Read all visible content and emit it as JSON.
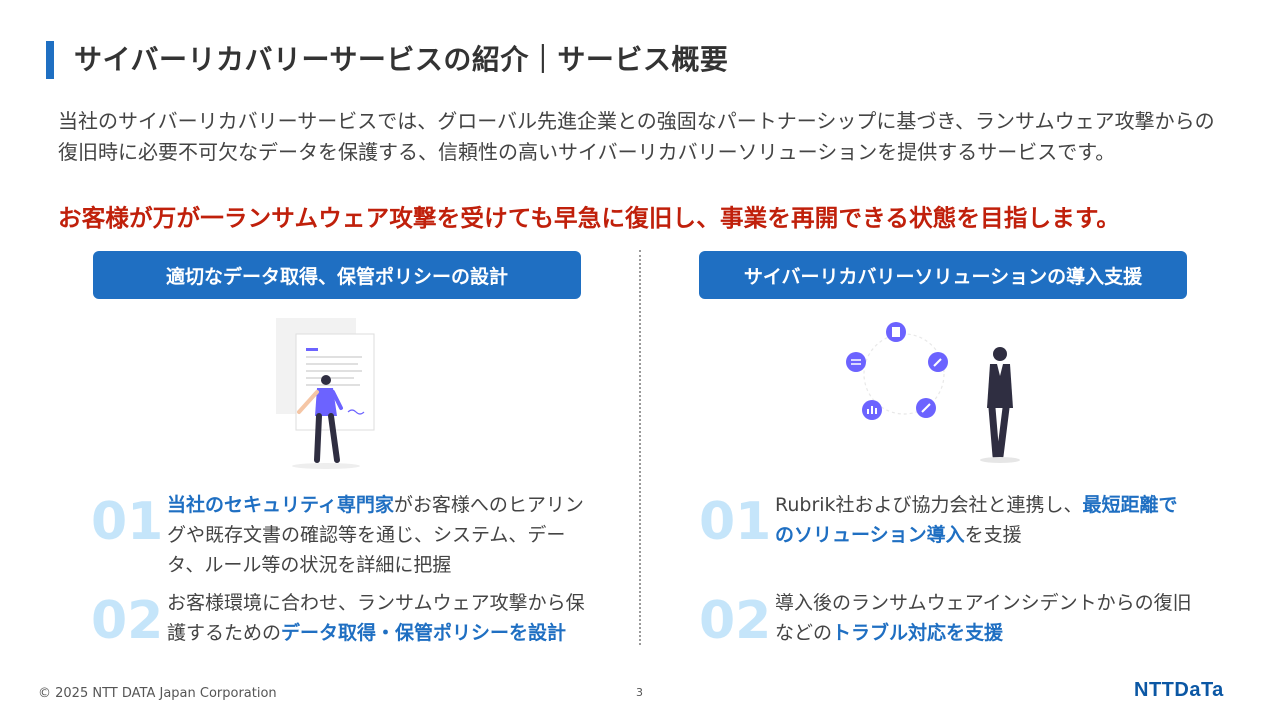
{
  "header": {
    "title": "サイバーリカバリーサービスの紹介｜サービス概要",
    "accent_color": "#1f6fc2"
  },
  "intro": {
    "text": "当社のサイバーリカバリーサービスでは、グローバル先進企業との強固なパートナーシップに基づき、ランサムウェア攻撃からの復旧時に必要不可欠なデータを保護する、信頼性の高いサイバーリカバリーソリューションを提供するサービスです。",
    "highlight": "お客様が万が一ランサムウェア攻撃を受けても早急に復旧し、事業を再開できる状態を目指します。",
    "highlight_color": "#c0200b"
  },
  "left": {
    "heading": "適切なデータ取得、保管ポリシーの設計",
    "illustration_icon": "person-document-illustration",
    "items": [
      {
        "number": "01",
        "em": "当社のセキュリティ専門家",
        "text": "がお客様へのヒアリングや既存文書の確認等を通じ、システム、データ、ルール等の状況を詳細に把握"
      },
      {
        "number": "02",
        "text": "お客様環境に合わせ、ランサムウェア攻撃から保護するための",
        "em": "データ取得・保管ポリシーを設計"
      }
    ]
  },
  "right": {
    "heading": "サイバーリカバリーソリューションの導入支援",
    "illustration_icon": "businessman-cycle-illustration",
    "items": [
      {
        "number": "01",
        "text": "Rubrik社および協力会社と連携し、",
        "em": "最短距離でのソリューション導入",
        "text_after": "を支援"
      },
      {
        "number": "02",
        "text": "導入後のランサムウェアインシデントからの復旧などの",
        "em": "トラブル対応を支援"
      }
    ]
  },
  "footer": {
    "copyright": "© 2025 NTT DATA Japan Corporation",
    "page": "3",
    "logo": "NTTDaTa"
  }
}
